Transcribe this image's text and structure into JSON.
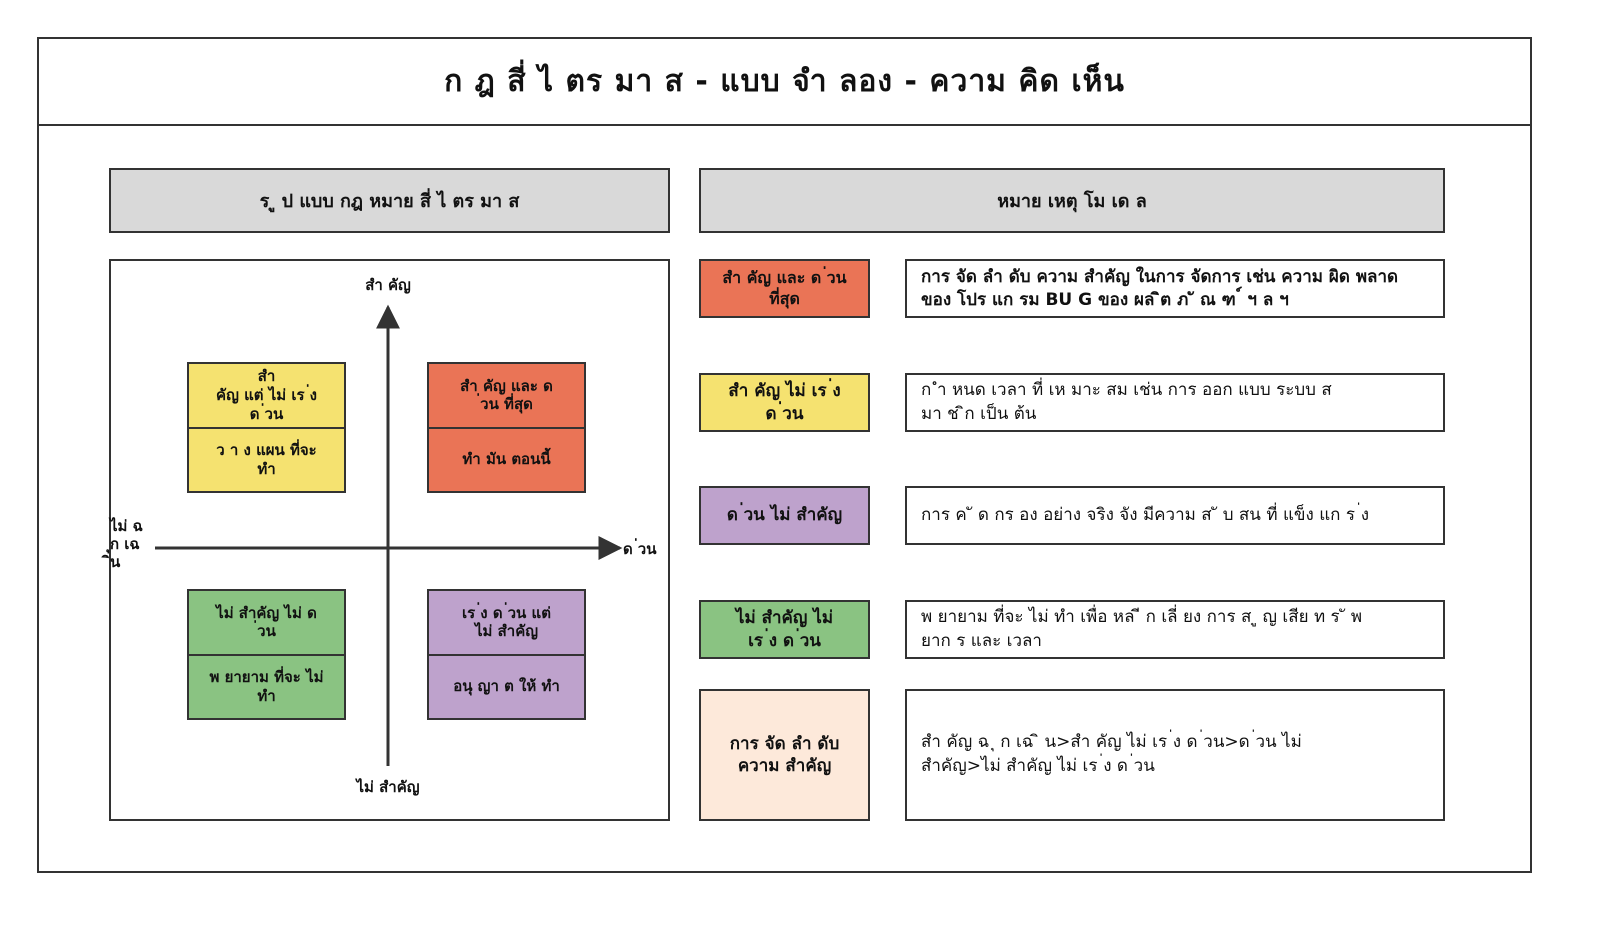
{
  "title": "ก ฎ สี่ ไ ตร มา ส  -  แบบ จำ ลอง  -  ความ คิด เห็น",
  "left_section": {
    "header": "ร ู ป แบบ กฎ หมาย สี่ ไ ตร มา ส",
    "axes": {
      "top": "สำ คัญ",
      "bottom": "ไม่ สำคัญ",
      "left": "ไม่ ฉ\nุก เฉ\nิน",
      "right": "ด ่วน"
    },
    "quadrants": {
      "top_left": {
        "label": "สำ\nคัญ  แต่  ไม่  เร ่ง\nด ่วน",
        "action": "ว า ง แผน ที่จะ\nทำ",
        "color": "#f5e270"
      },
      "top_right": {
        "label": "สำ คัญ  และ  ด\n่วน ที่สุด",
        "action": "ทำ มัน ตอนนี้",
        "color": "#ea7456"
      },
      "bottom_left": {
        "label": "ไม่ สำคัญ  ไม่ ด\n่วน",
        "action": "พ ยายาม ที่จะ ไม่\nทำ",
        "color": "#8ac382"
      },
      "bottom_right": {
        "label": "เร ่ง ด ่วน  แต่\nไม่ สำคัญ",
        "action": "อนุ ญา ต ให้ ทำ",
        "color": "#bea2cc"
      }
    }
  },
  "right_section": {
    "header": "หมาย เหตุ โม เด ล",
    "rows": [
      {
        "tag": "สำ คัญ  และ  ด ่วน\nที่สุด",
        "desc": "การ จัด ลำ ดับ ความ สำคัญ ในการ จัดการ เช่น ความ ผิด พลาด\nของ โปร แก รม  BU G  ของ ผล ิต ภ ั ณ ฑ ์   ฯ ล ฯ",
        "color": "#ea7456",
        "bold": true
      },
      {
        "tag": "สำ คัญ  ไม่  เร ่ง\nด ่วน",
        "desc": "ก ำ หนด เวลา ที่ เห มาะ สม  เช่น  การ ออก แบบ ระบบ ส\nมา ช ิก  เป็น ต้น",
        "color": "#f5e270",
        "bold": false
      },
      {
        "tag": "ด ่วน  ไม่ สำคัญ",
        "desc": "การ ค ั ด กร อง อย่าง จริง จัง มีความ ส ั บ สน ที่ แข็ง แก ร ่ง",
        "color": "#bea2cc",
        "bold": false
      },
      {
        "tag": "ไม่ สำคัญ  ไม่\nเร ่ง ด ่วน",
        "desc": "พ ยายาม ที่จะ ไม่ ทำ เพื่อ หล ี ก เลี่ ยง การ ส ู ญ เสีย ท ร ั พ\nยาก ร และ เวลา",
        "color": "#8ac382",
        "bold": false
      },
      {
        "tag": "การ จัด ลำ ดับ\nความ สำคัญ",
        "desc": "สำ คัญ  ฉ ุ ก เฉ ิ น>สำ คัญ  ไม่  เร ่ง ด ่วน>ด ่วน  ไม่\nสำคัญ>ไม่ สำคัญ  ไม่ เร ่ง ด ่วน",
        "color": "#fde9da",
        "bold": false
      }
    ]
  }
}
